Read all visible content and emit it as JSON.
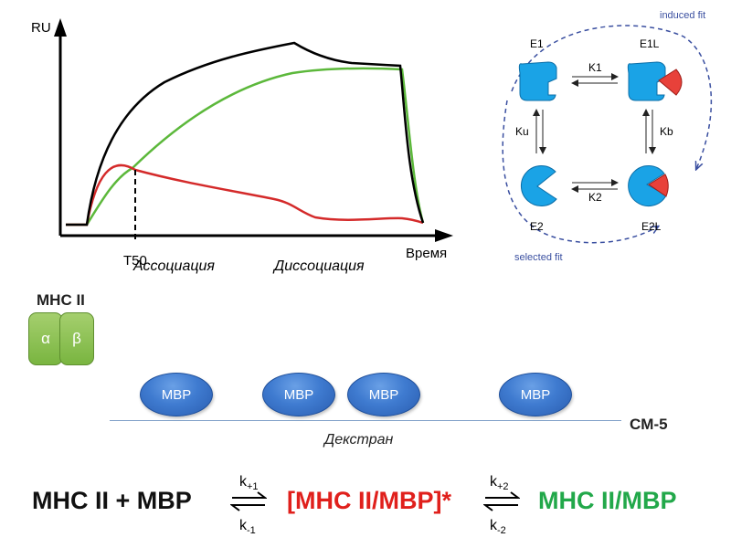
{
  "sensorgram": {
    "y_label": "RU",
    "x_label": "Время",
    "t50_label": "T50",
    "phase_assoc": "Ассоциация",
    "phase_dissoc": "Диссоциация",
    "colors": {
      "total": "#000000",
      "green": "#5cb83b",
      "red": "#d42a2a"
    }
  },
  "scheme": {
    "induced_fit": "induced fit",
    "selected_fit": "selected fit",
    "states": {
      "e1": "E1",
      "e1l": "E1L",
      "e2": "E2",
      "e2l": "E2L"
    },
    "rates": {
      "k1": "K1",
      "k2": "K2",
      "ku": "Ku",
      "kb": "Kb"
    },
    "colors": {
      "protein": "#1aa3e6",
      "ligand": "#e8413a",
      "dashed": "#3a4fa0"
    }
  },
  "surface": {
    "mhc_label": "МНС II",
    "alpha": "α",
    "beta": "β",
    "mbp": [
      "MBP",
      "MBP",
      "MBP",
      "MBP"
    ],
    "dextran": "Декстран",
    "chip": "CM-5"
  },
  "equation": {
    "left": "МНС II + МВР",
    "middle": "[МНС II/МВР]*",
    "right": "МНС II/МВР",
    "k_fwd1": {
      "base": "k",
      "sub": "+1"
    },
    "k_rev1": {
      "base": "k",
      "sub": "-1"
    },
    "k_fwd2": {
      "base": "k",
      "sub": "+2"
    },
    "k_rev2": {
      "base": "k",
      "sub": "-2"
    },
    "colors": {
      "middle": "#e0201c",
      "right": "#22a84a"
    }
  }
}
